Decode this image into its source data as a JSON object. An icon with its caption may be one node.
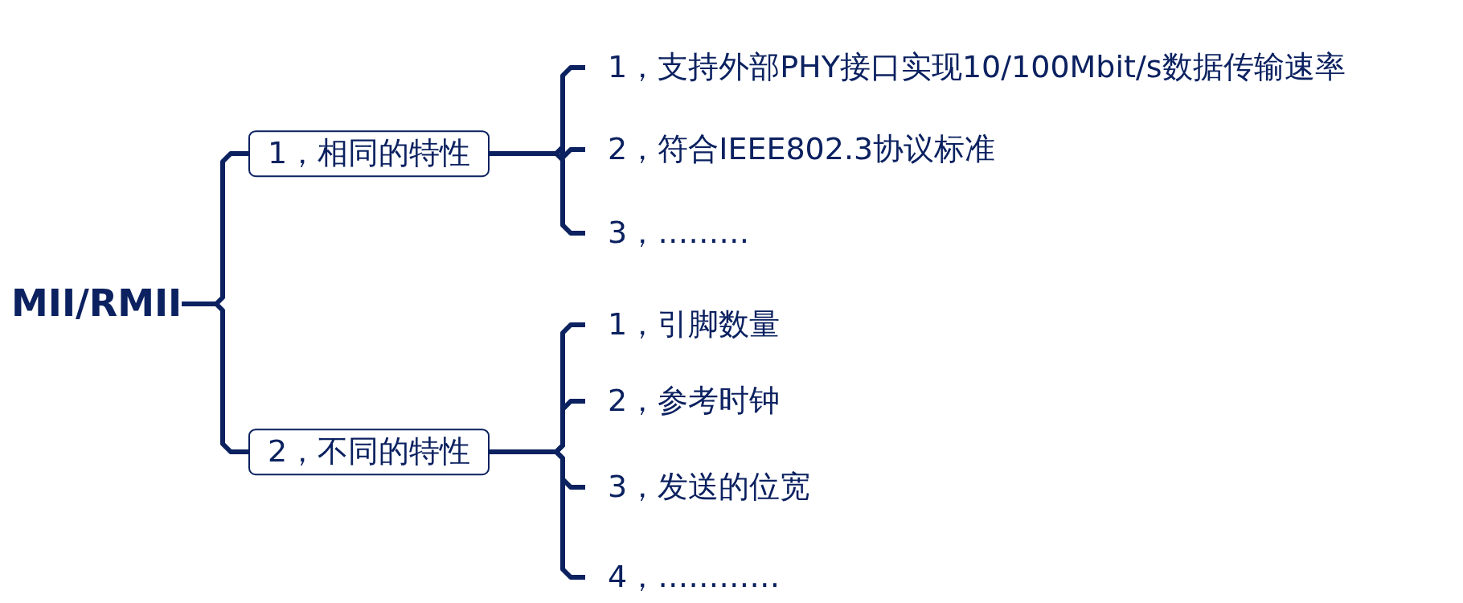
{
  "diagram": {
    "nodes": [
      {
        "text": [
          "MII/RMII"
        ]
      },
      {
        "text": [
          "1，相同的特性"
        ]
      },
      {
        "text": [
          "1，支持外部PHY接口实现10/100Mbit/s数据传输速率"
        ]
      },
      {
        "text": [
          "2，符合IEEE802.3协议标准"
        ]
      },
      {
        "text": [
          "3，………"
        ]
      },
      {
        "text": [
          "2，不同的特性"
        ]
      },
      {
        "text": [
          "1，引脚数量"
        ]
      },
      {
        "text": [
          "2，参考时钟"
        ]
      },
      {
        "text": [
          "3，发送的位宽"
        ]
      },
      {
        "text": [
          "4，…………"
        ]
      }
    ],
    "edges": [
      {
        "from": 0,
        "to": 1,
        "arrow": "none"
      },
      {
        "from": 0,
        "to": 5,
        "arrow": "none"
      },
      {
        "from": 1,
        "to": 2,
        "arrow": "none"
      },
      {
        "from": 1,
        "to": 3,
        "arrow": "none"
      },
      {
        "from": 1,
        "to": 4,
        "arrow": "none"
      },
      {
        "from": 5,
        "to": 6,
        "arrow": "none"
      },
      {
        "from": 5,
        "to": 7,
        "arrow": "none"
      },
      {
        "from": 5,
        "to": 8,
        "arrow": "none"
      },
      {
        "from": 5,
        "to": 9,
        "arrow": "none"
      }
    ]
  }
}
